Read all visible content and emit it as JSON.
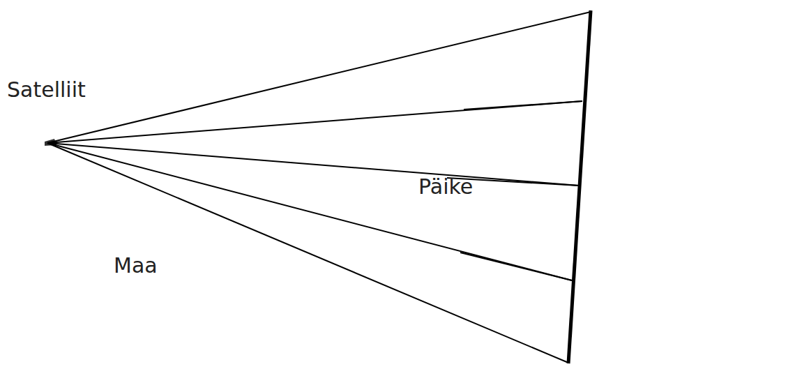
{
  "diagram": {
    "nodes": [
      {
        "text": [
          "Satelliit"
        ]
      },
      {
        "text": [
          "Maa"
        ]
      },
      {
        "text": [
          "Päike"
        ]
      }
    ],
    "edges": [
      {
        "from": 0,
        "to": 2,
        "arrow": "none"
      },
      {
        "from": 0,
        "to": 2,
        "arrow": "none"
      },
      {
        "from": 0,
        "to": 2,
        "arrow": "none"
      },
      {
        "from": 0,
        "to": 2,
        "arrow": "none"
      },
      {
        "from": 0,
        "to": 2,
        "arrow": "none"
      }
    ]
  }
}
